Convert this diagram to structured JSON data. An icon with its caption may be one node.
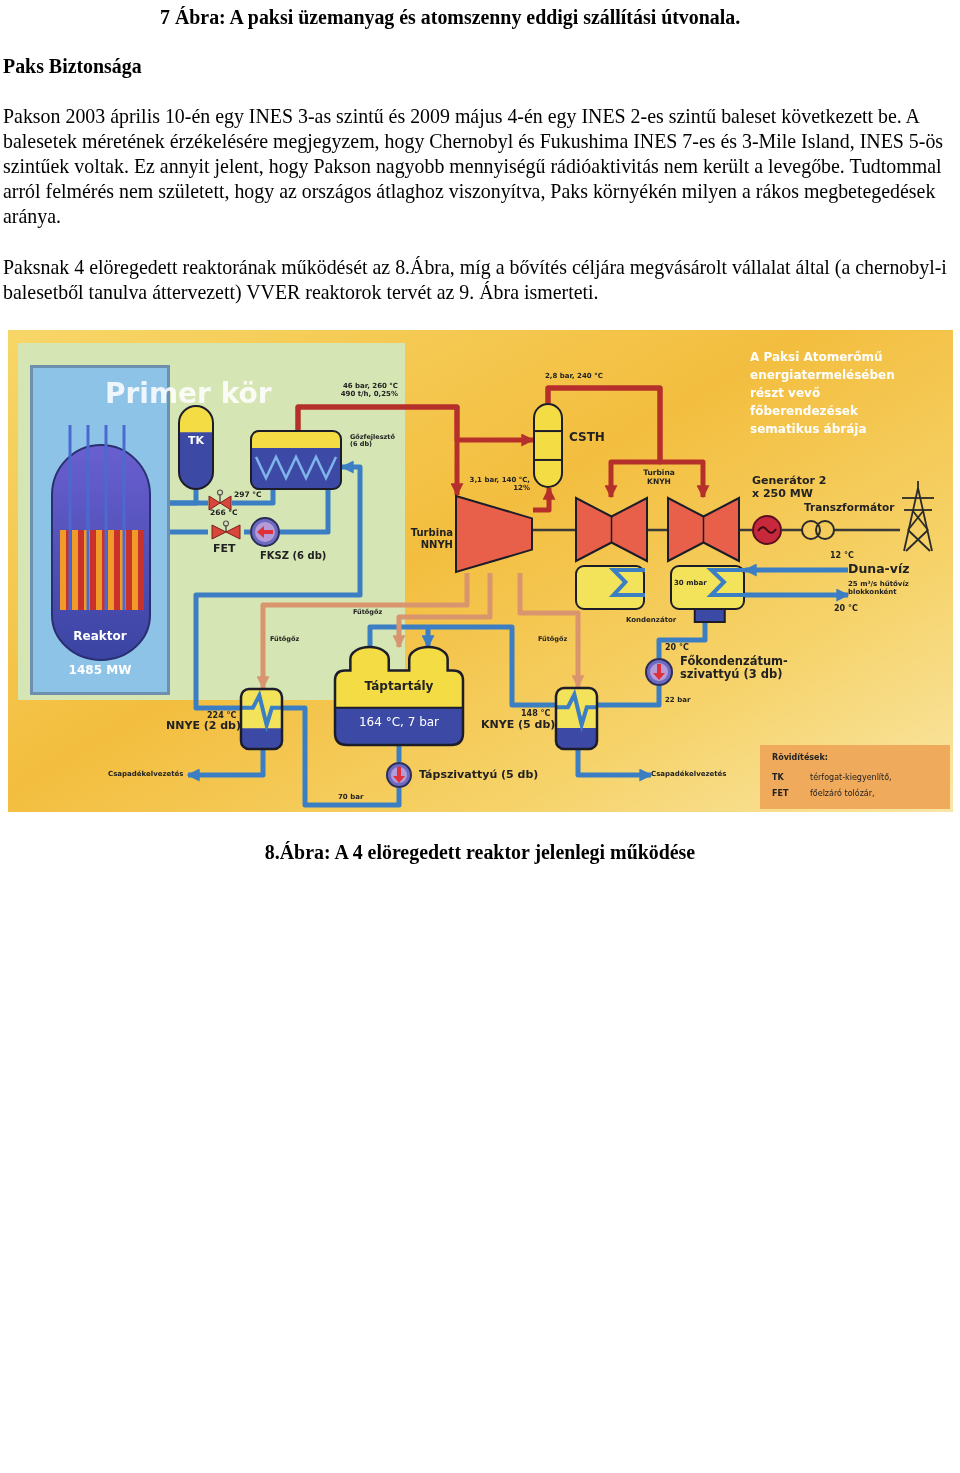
{
  "diagram": {
    "caption": "8.Ábra: A 4 elöregedett reaktor jelenlegi működése",
    "nodes": [
      {
        "text": [
          "Primer kör"
        ]
      },
      {
        "text": [
          "Reaktor",
          "1485 MW"
        ],
        "in": 0
      },
      {
        "text": [
          "TK"
        ],
        "in": 0
      },
      {
        "text": [
          "Gőzfejlesztő (6 db)"
        ],
        "in": 0
      },
      {
        "text": [
          "FET"
        ],
        "in": 0
      },
      {
        "text": [
          "FKSZ (6 db)"
        ],
        "in": 0
      },
      {
        "text": [
          "CSTH"
        ]
      },
      {
        "text": [
          "Turbina NNYH"
        ]
      },
      {
        "text": [],
        "shape": "turbine"
      },
      {
        "text": [],
        "shape": "turbine"
      },
      {
        "text": [],
        "shape": "box"
      },
      {
        "text": [
          "30 mbar",
          "Kondenzátor"
        ]
      },
      {
        "text": [
          "Generátor 2 x 250 MW"
        ]
      },
      {
        "text": [
          "Transzformátor"
        ]
      },
      {
        "text": [],
        "shape": "picture"
      },
      {
        "text": [
          "Duna-víz",
          "25 m³/s hűtővíz blokkonként"
        ]
      },
      {
        "text": [
          "Főkondenzátum-szivattyú (3 db)"
        ]
      },
      {
        "text": [
          "KNYE (5 db)"
        ]
      },
      {
        "text": [
          "Táptartály",
          "164 °C, 7 bar"
        ]
      },
      {
        "text": [
          "Tápszivattyú (5 db)"
        ]
      },
      {
        "text": [
          "NNYE (2 db)"
        ]
      },
      {
        "text": [
          "Rövidítések:",
          "TK",
          "térfogat-kiegyenlítő,",
          "FET",
          "főelzáró tolózár,"
        ]
      },
      {
        "text": [],
        "shape": "valve",
        "in": 0
      },
      {
        "text": [
          "Csapadékelvezetés"
        ]
      },
      {
        "text": [
          "Csapadékelvezetés"
        ]
      }
    ],
    "edges": [
      {
        "from": 1,
        "to": 22,
        "arrow": "none"
      },
      {
        "from": 2,
        "to": 1,
        "arrow": "none"
      },
      {
        "from": 3,
        "to": 5,
        "arrow": "none"
      },
      {
        "from": 5,
        "to": 4,
        "arrow": "none"
      },
      {
        "from": 4,
        "to": 1,
        "arrow": "none"
      },
      {
        "from": 3,
        "to": 7,
        "arrow": "to",
        "color": "#b5302a"
      },
      {
        "from": 3,
        "to": 6,
        "arrow": "to",
        "color": "#b5302a"
      },
      {
        "from": 7,
        "to": 6,
        "arrow": "to",
        "color": "#b5302a"
      },
      {
        "from": 6,
        "to": 8,
        "arrow": "to",
        "color": "#b5302a"
      },
      {
        "from": 6,
        "to": 9,
        "arrow": "to",
        "color": "#b5302a"
      },
      {
        "from": 7,
        "to": 8,
        "arrow": "none",
        "color": "#3a3a3a"
      },
      {
        "from": 8,
        "to": 9,
        "arrow": "none",
        "color": "#3a3a3a"
      },
      {
        "from": 9,
        "to": 12,
        "arrow": "none",
        "color": "#3a3a3a"
      },
      {
        "from": 12,
        "to": 13,
        "arrow": "none",
        "color": "#3a3a3a"
      },
      {
        "from": 13,
        "to": 14,
        "arrow": "none",
        "color": "#3a3a3a"
      },
      {
        "from": 15,
        "to": 11,
        "arrow": "to"
      },
      {
        "from": 11,
        "to": 15,
        "arrow": "to"
      },
      {
        "from": 11,
        "to": 16,
        "arrow": "none"
      },
      {
        "from": 16,
        "to": 17,
        "arrow": "none"
      },
      {
        "from": 17,
        "to": 18,
        "arrow": "to"
      },
      {
        "from": 18,
        "to": 19,
        "arrow": "none"
      },
      {
        "from": 19,
        "to": 20,
        "arrow": "none"
      },
      {
        "from": 20,
        "to": 3,
        "arrow": "to"
      },
      {
        "from": 7,
        "to": 20,
        "arrow": "to",
        "color": "#d9956e"
      },
      {
        "from": 7,
        "to": 18,
        "arrow": "to",
        "color": "#d9956e"
      },
      {
        "from": 7,
        "to": 17,
        "arrow": "to",
        "color": "#d9956e"
      },
      {
        "from": 20,
        "to": 23,
        "arrow": "to"
      },
      {
        "from": 17,
        "to": 24,
        "arrow": "to"
      },
      {
        "from": 22,
        "to": 3,
        "arrow": "none"
      }
    ],
    "labels": [
      "7 Ábra: A paksi üzemanyag és atomszenny eddigi szállítási útvonala.",
      "Paks Biztonsága",
      "Pakson 2003 április 10-én egy INES 3-as szintű és 2009 május 4-én egy INES 2-es szintű baleset következett be. A balesetek méretének érzékelésére megjegyzem, hogy Chernobyl és Fukushima INES 7-es és 3-Mile Island, INES 5-ös szintűek voltak. Ez annyit jelent, hogy Pakson nagyobb mennyiségű rádióaktivitás nem került a levegőbe. Tudtommal arról felmérés nem született, hogy az országos átlaghoz viszonyítva, Paks környékén milyen a  rákos megbetegedések aránya.",
      "Paksnak 4 elöregedett reaktorának működését az 8.Ábra, míg a bővítés céljára megvásárolt vállalat által (a chernobyl-i balesetből tanulva áttervezett) VVER reaktorok tervét az 9. Ábra ismerteti.",
      "A Paksi Atomerőmű energiatermelésében részt vevő főberendezések sematikus ábrája",
      "46 bar, 260 °C 490 t/h, 0,25%",
      "2,8 bar, 240 °C",
      "297 °C",
      "266 °C",
      "Turbina KNYH",
      "3,1 bar, 140 °C, 12%",
      "12 °C",
      "20 °C",
      "Fűtőgőz",
      "Fűtőgőz",
      "Fűtőgőz",
      "20 °C",
      "224 °C",
      "148 °C",
      "22 bar",
      "70 bar"
    ]
  }
}
